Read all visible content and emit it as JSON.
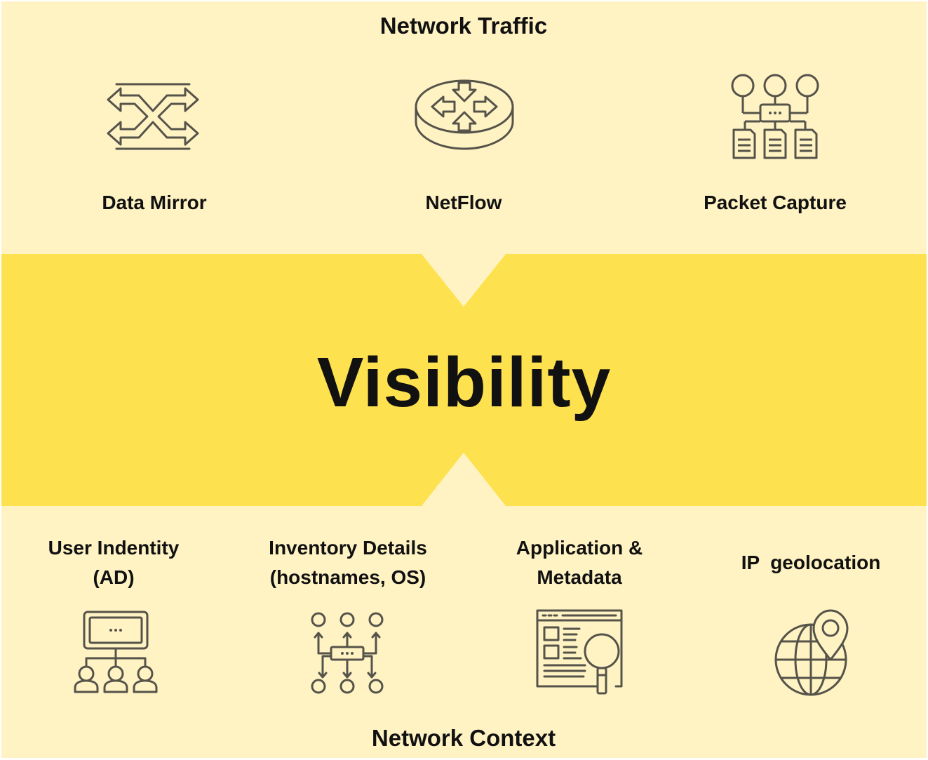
{
  "colors": {
    "light_panel": "#fff3c4",
    "accent_band": "#fde14e",
    "icon_stroke": "#55534a",
    "text": "#111111"
  },
  "top": {
    "title": "Network Traffic",
    "items": [
      {
        "label": "Data Mirror",
        "icon": "data-mirror-icon"
      },
      {
        "label": "NetFlow",
        "icon": "router-icon"
      },
      {
        "label": "Packet Capture",
        "icon": "packet-capture-icon"
      }
    ]
  },
  "center": {
    "title": "Visibility"
  },
  "bottom": {
    "title": "Network Context",
    "items": [
      {
        "label_line1": "User Indentity",
        "label_line2": "(AD)",
        "icon": "user-directory-icon"
      },
      {
        "label_line1": "Inventory Details",
        "label_line2": "(hostnames, OS)",
        "icon": "inventory-network-icon"
      },
      {
        "label_line1": "Application &",
        "label_line2": "Metadata",
        "icon": "application-metadata-icon"
      },
      {
        "label": "IP  geolocation",
        "icon": "geolocation-globe-icon"
      }
    ]
  }
}
